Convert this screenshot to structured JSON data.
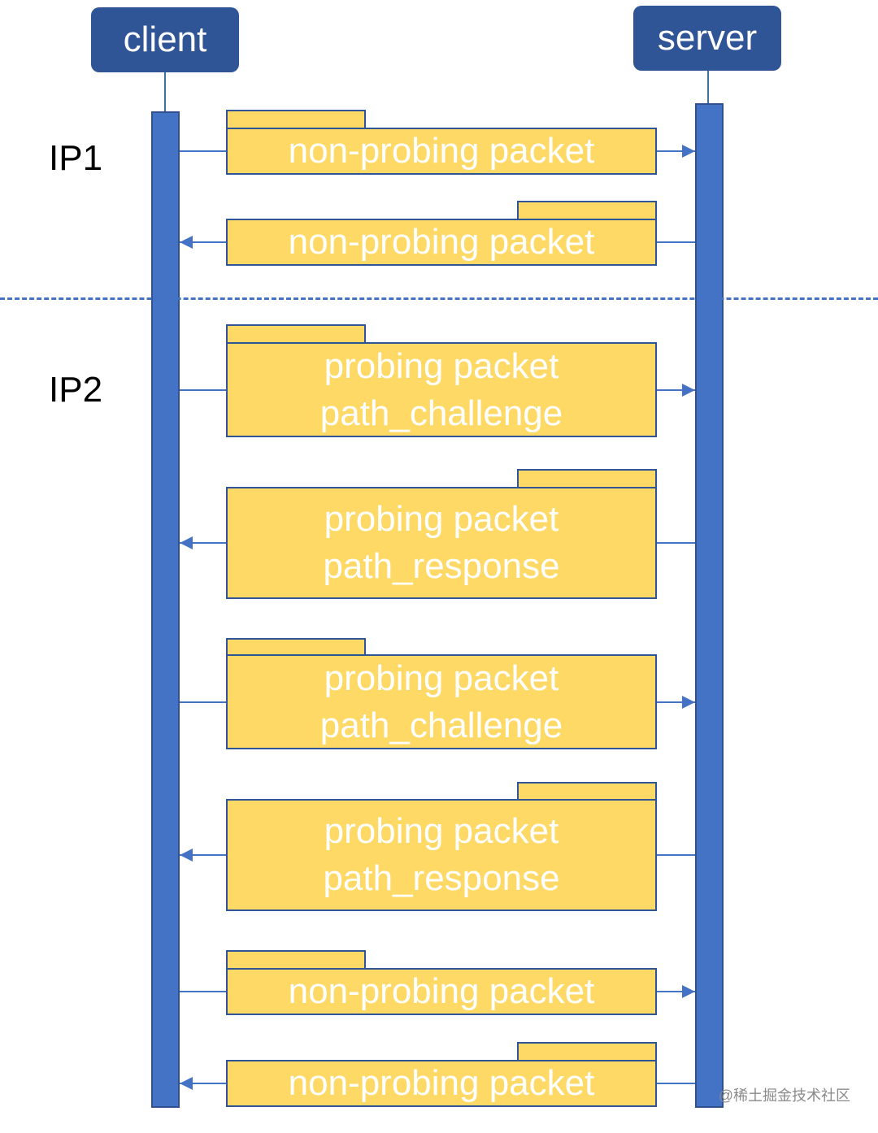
{
  "actors": {
    "client": "client",
    "server": "server"
  },
  "ip_labels": [
    "IP1",
    "IP2"
  ],
  "messages": [
    {
      "direction": "to-server",
      "lines": [
        "non-probing packet"
      ]
    },
    {
      "direction": "to-client",
      "lines": [
        "non-probing packet"
      ]
    },
    {
      "direction": "to-server",
      "lines": [
        "probing packet",
        "path_challenge"
      ]
    },
    {
      "direction": "to-client",
      "lines": [
        "probing packet",
        "path_response"
      ]
    },
    {
      "direction": "to-server",
      "lines": [
        "probing packet",
        "path_challenge"
      ]
    },
    {
      "direction": "to-client",
      "lines": [
        "probing packet",
        "path_response"
      ]
    },
    {
      "direction": "to-server",
      "lines": [
        "non-probing packet"
      ]
    },
    {
      "direction": "to-client",
      "lines": [
        "non-probing packet"
      ]
    }
  ],
  "watermark": "@稀土掘金技术社区",
  "colors": {
    "actor": "#2f5597",
    "lifeline": "#4472c4",
    "packet": "#ffd966",
    "packet_border": "#2f5597"
  }
}
